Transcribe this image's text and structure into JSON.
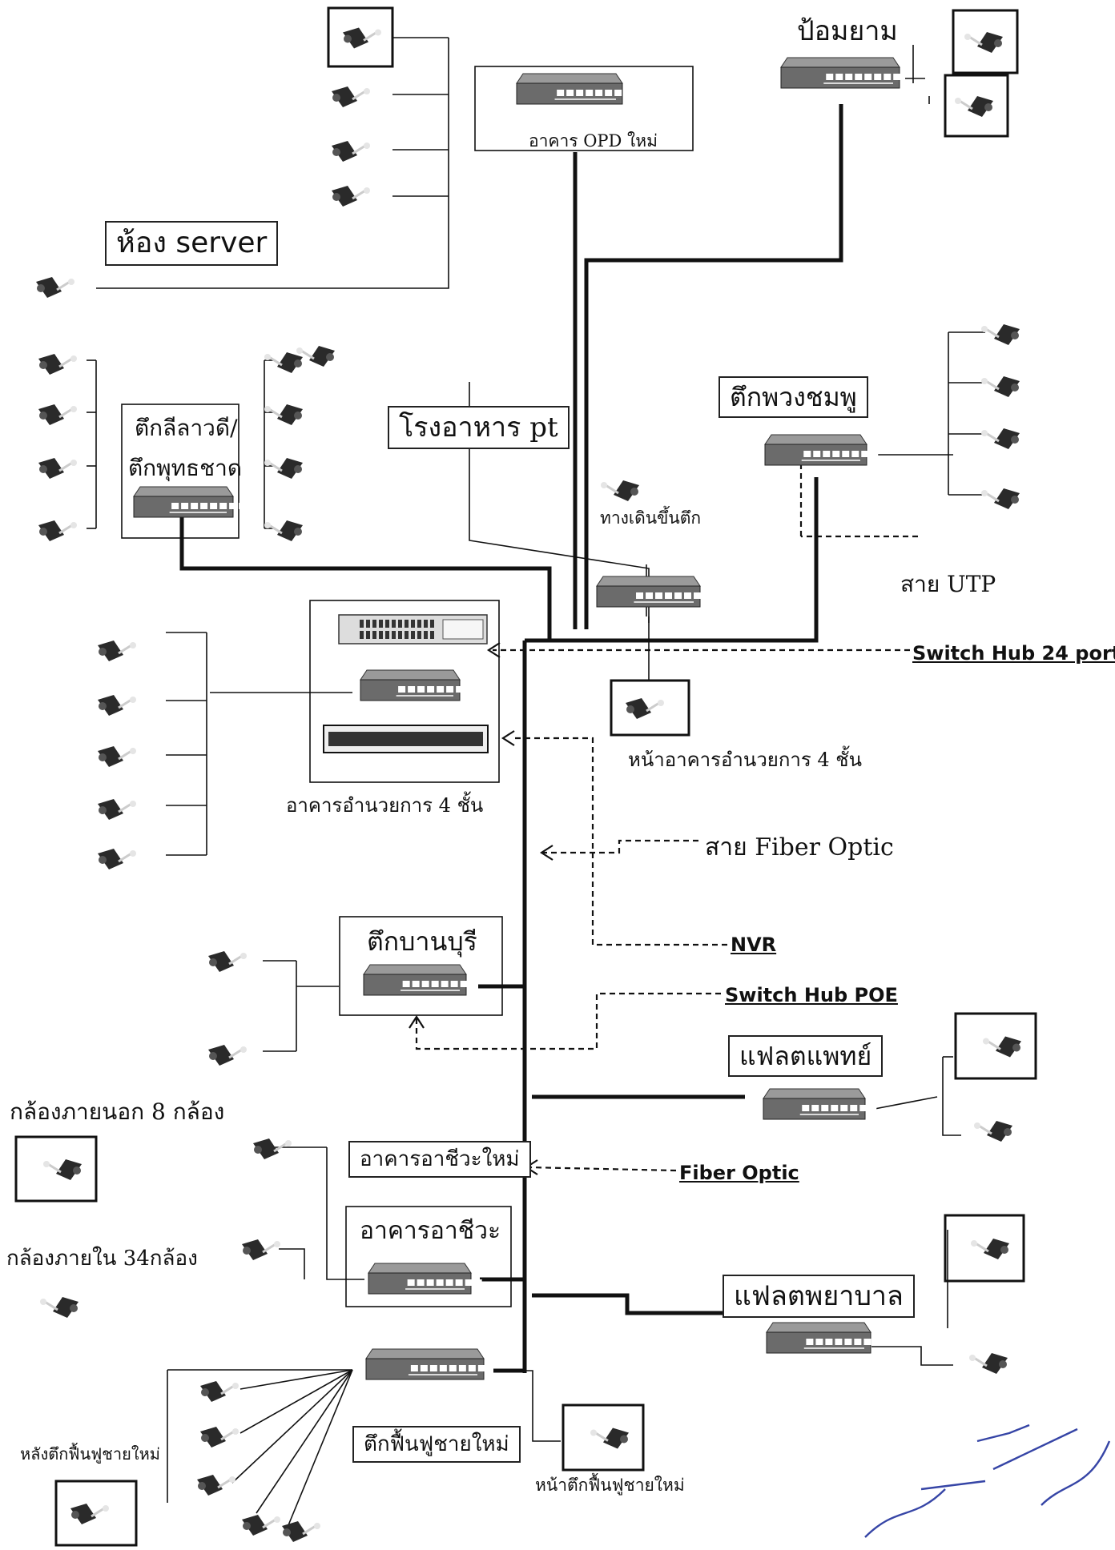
{
  "labels": {
    "opd": "อาคาร OPD ใหม่",
    "server_room": "ห้อง server",
    "pomyam": "ป้อมยาม",
    "kilawadi": "ตึกลีลาวดี/",
    "phutthachat": "ตึกพุทธชาด",
    "canteen": "โรงอาหาร pt",
    "puangchompu": "ตึกพวงชมพู",
    "stair_walkway": "ทางเดินขึ้นตึก",
    "utp_cable": "สาย UTP",
    "switch_24": "Switch Hub 24 port",
    "admin_front": "หน้าอาคารอำนวยการ 4 ชั้น",
    "admin_building": "อาคารอำนวยการ 4 ชั้น",
    "fiber_cable": "สาย Fiber Optic",
    "nvr": "NVR",
    "banburi": "ตึกบานบุรี",
    "switch_poe": "Switch Hub POE",
    "doctor_flat": "แฟลตแพทย์",
    "outdoor_cams": "กล้องภายนอก 8 กล้อง",
    "new_occupational": "อาคารอาชีวะใหม่",
    "fiber_optic": "Fiber Optic",
    "occupational": "อาคารอาชีวะ",
    "indoor_cams": "กล้องภายใน 34กล้อง",
    "nurse_flat": "แฟลตพยาบาล",
    "rehab_new": "ตึกฟื้นฟูชายใหม่",
    "rehab_back": "หลังตึกฟื้นฟูชายใหม่",
    "rehab_front": "หน้าตึกฟื้นฟูชายใหม่"
  },
  "icons": [
    "switch-icon",
    "outdoor-camera-icon",
    "indoor-camera-icon",
    "nvr-icon",
    "patch-panel-icon"
  ],
  "colors": {
    "line": "#111111",
    "switch_body": "#6b6b6b",
    "switch_top": "#9a9a9a"
  }
}
